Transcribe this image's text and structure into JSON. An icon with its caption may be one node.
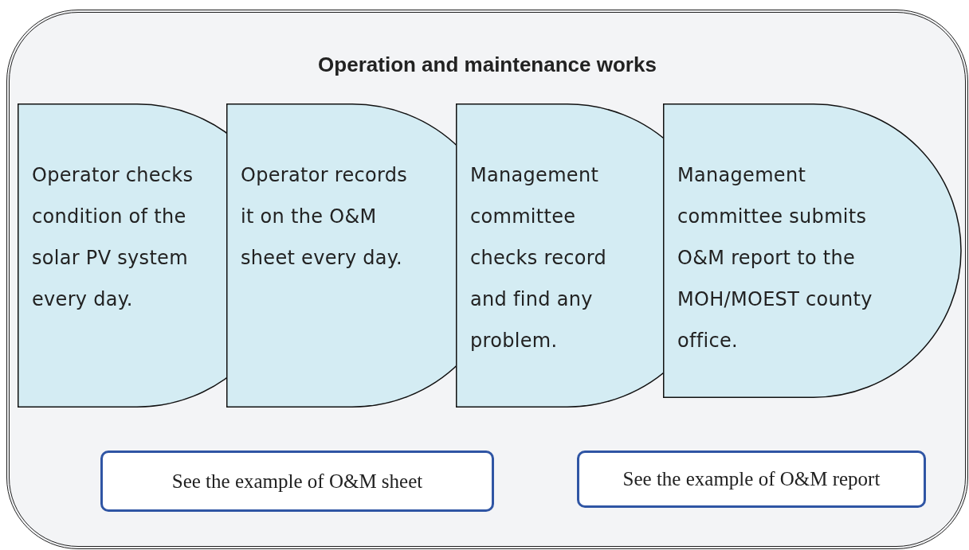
{
  "diagram": {
    "nodes": [
      {
        "text": [
          "Operation and maintenance works"
        ]
      },
      {
        "text": [
          "Operator checks condition of the solar PV system every day."
        ],
        "in": 0
      },
      {
        "text": [
          "Operator records it on the O&M sheet every day."
        ],
        "in": 0
      },
      {
        "text": [
          "Management committee checks record and find any problem."
        ],
        "in": 0
      },
      {
        "text": [
          "Management committee submits O&M report to the MOH/MOEST county office."
        ],
        "in": 0
      },
      {
        "text": [
          "See the example of O&M sheet"
        ],
        "in": 0
      },
      {
        "text": [
          "See the example of O&M report"
        ],
        "in": 0
      }
    ],
    "edges": []
  }
}
